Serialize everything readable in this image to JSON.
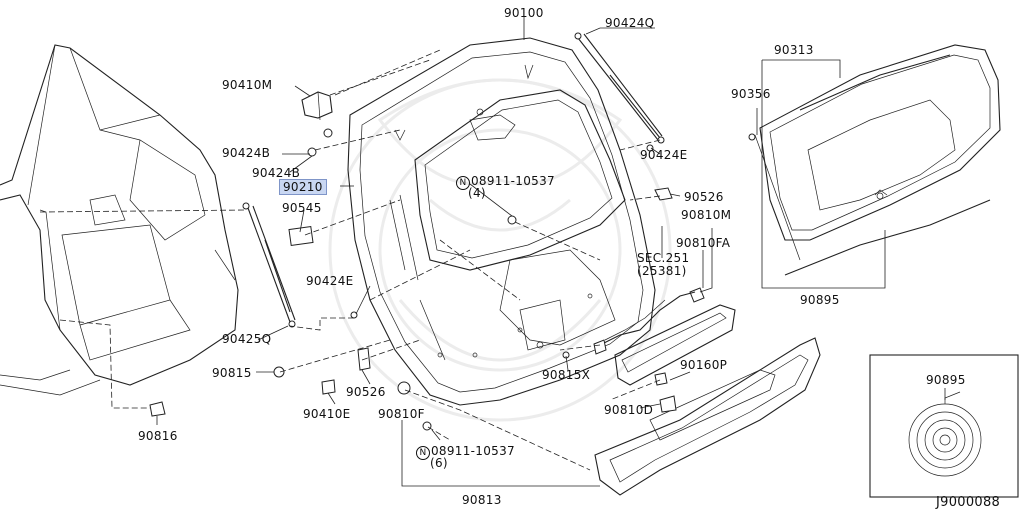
{
  "parts": {
    "p90100": "90100",
    "p90424Q": "90424Q",
    "p90313": "90313",
    "p90410M": "90410M",
    "p90356": "90356",
    "p90424B_a": "90424B",
    "p90424B_b": "90424B",
    "p90424E_a": "90424E",
    "p90210": "90210",
    "p90545": "90545",
    "p08911_a": "08911-10537",
    "p08911_a_qty": "(4)",
    "p90526_a": "90526",
    "p90810M": "90810M",
    "p90810FA": "90810FA",
    "sec251": "SEC.251",
    "sec251_ref": "(25381)",
    "p90424E_b": "90424E",
    "p90895_a": "90895",
    "p90425Q": "90425Q",
    "p90815": "90815",
    "p90526_b": "90526",
    "p90815X": "90815X",
    "p90160P": "90160P",
    "p90410E": "90410E",
    "p90810F": "90810F",
    "p90810D": "90810D",
    "p90816": "90816",
    "p08911_b": "08911-10537",
    "p08911_b_qty": "(6)",
    "p90813": "90813",
    "p90895_b": "90895"
  },
  "symbols": {
    "nut_mark": "N"
  },
  "footer": {
    "diagram_code": "J9000088"
  }
}
